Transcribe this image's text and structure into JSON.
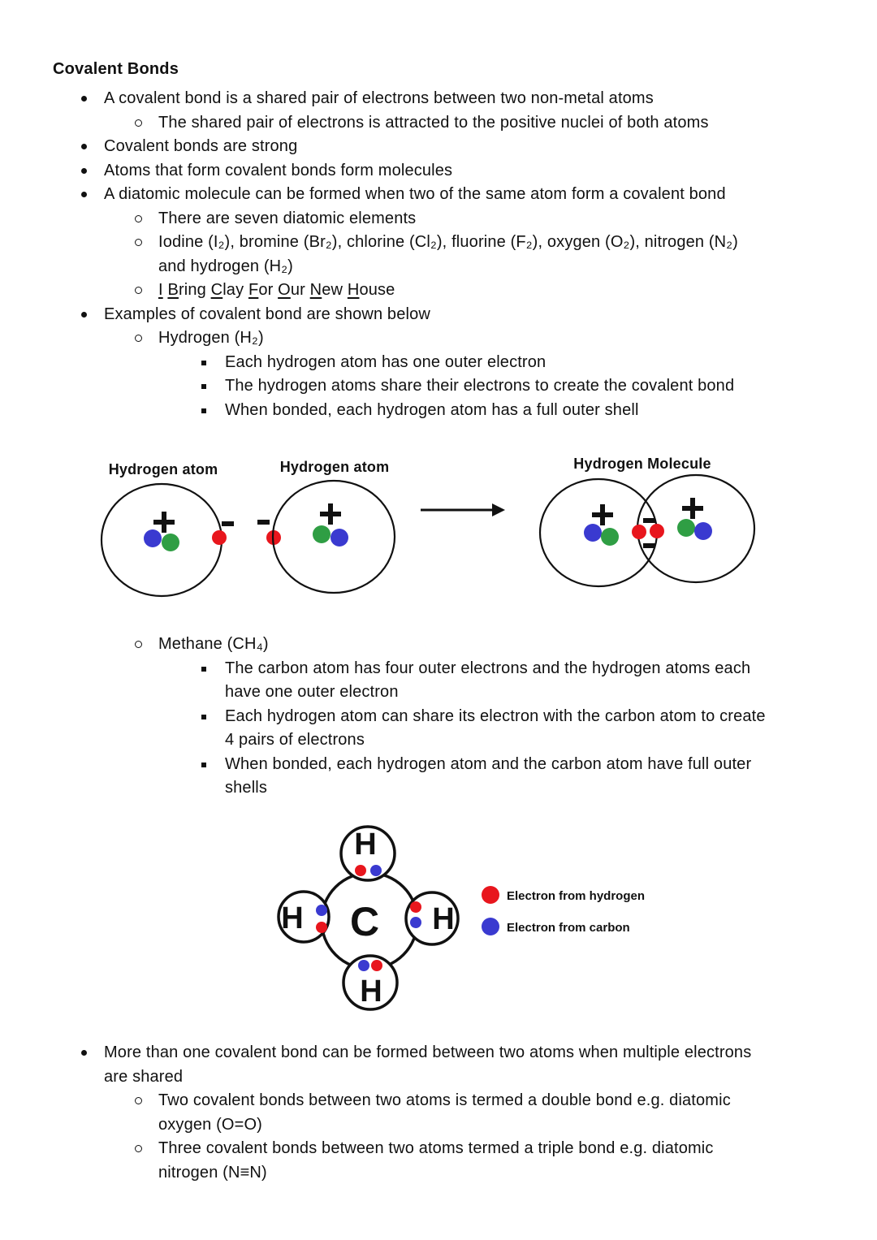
{
  "title": "Covalent Bonds",
  "colors": {
    "red": "#e8161d",
    "blue": "#3a3ad0",
    "green": "#2f9e44",
    "ink": "#111111"
  },
  "notes_top": [
    {
      "level": 1,
      "text": "A covalent bond is a shared pair of electrons between two non-metal atoms"
    },
    {
      "level": 2,
      "text": "The shared pair of electrons is attracted to the positive nuclei of both atoms"
    },
    {
      "level": 1,
      "text": "Covalent bonds are strong"
    },
    {
      "level": 1,
      "text": "Atoms that form covalent bonds form molecules"
    },
    {
      "level": 1,
      "text": "A diatomic molecule can be formed when two of the same atom form a covalent bond"
    },
    {
      "level": 2,
      "text": "There are seven diatomic elements"
    },
    {
      "level": 2,
      "text": "Iodine (I₂), bromine (Br₂), chlorine (Cl₂), fluorine (F₂), oxygen (O₂), nitrogen (N₂)\nand hydrogen (H₂)"
    },
    {
      "level": 2,
      "words": [
        "I",
        "Bring",
        "Clay",
        "For",
        "Our",
        "New",
        "House"
      ]
    },
    {
      "level": 1,
      "text": "Examples of covalent bond are shown below"
    },
    {
      "level": 2,
      "text": "Hydrogen (H₂)"
    },
    {
      "level": 3,
      "text": "Each hydrogen atom has one outer electron"
    },
    {
      "level": 3,
      "text": "The hydrogen atoms share their electrons to create the covalent bond"
    },
    {
      "level": 3,
      "text": "When bonded, each hydrogen atom has a full outer shell"
    }
  ],
  "hydrogen_diagram": {
    "label_left": "Hydrogen atom",
    "label_mid": "Hydrogen atom",
    "label_right": "Hydrogen Molecule",
    "charge_positive": "+",
    "charge_negative": "-"
  },
  "notes_methane": [
    {
      "level": 2,
      "text": "Methane (CH₄)"
    },
    {
      "level": 3,
      "text": "The carbon atom has four outer electrons and the hydrogen atoms each\nhave one outer electron"
    },
    {
      "level": 3,
      "text": "Each hydrogen atom can share its electron with the carbon atom to create\n4 pairs of electrons"
    },
    {
      "level": 3,
      "text": "When bonded, each hydrogen atom and the carbon atom have full outer\nshells"
    }
  ],
  "methane_diagram": {
    "carbon_label": "C",
    "hydrogen_label": "H",
    "legend": {
      "hydrogen": "Electron from hydrogen",
      "carbon": "Electron from carbon"
    }
  },
  "notes_bottom": [
    {
      "level": 1,
      "text": "More than one covalent bond can be formed between two atoms when multiple electrons\nare shared"
    },
    {
      "level": 2,
      "text": "Two covalent bonds between two atoms is termed a double bond e.g. diatomic\noxygen (O=O)"
    },
    {
      "level": 2,
      "text": "Three covalent bonds between two atoms termed a triple bond e.g. diatomic\nnitrogen (N≡N)"
    }
  ]
}
